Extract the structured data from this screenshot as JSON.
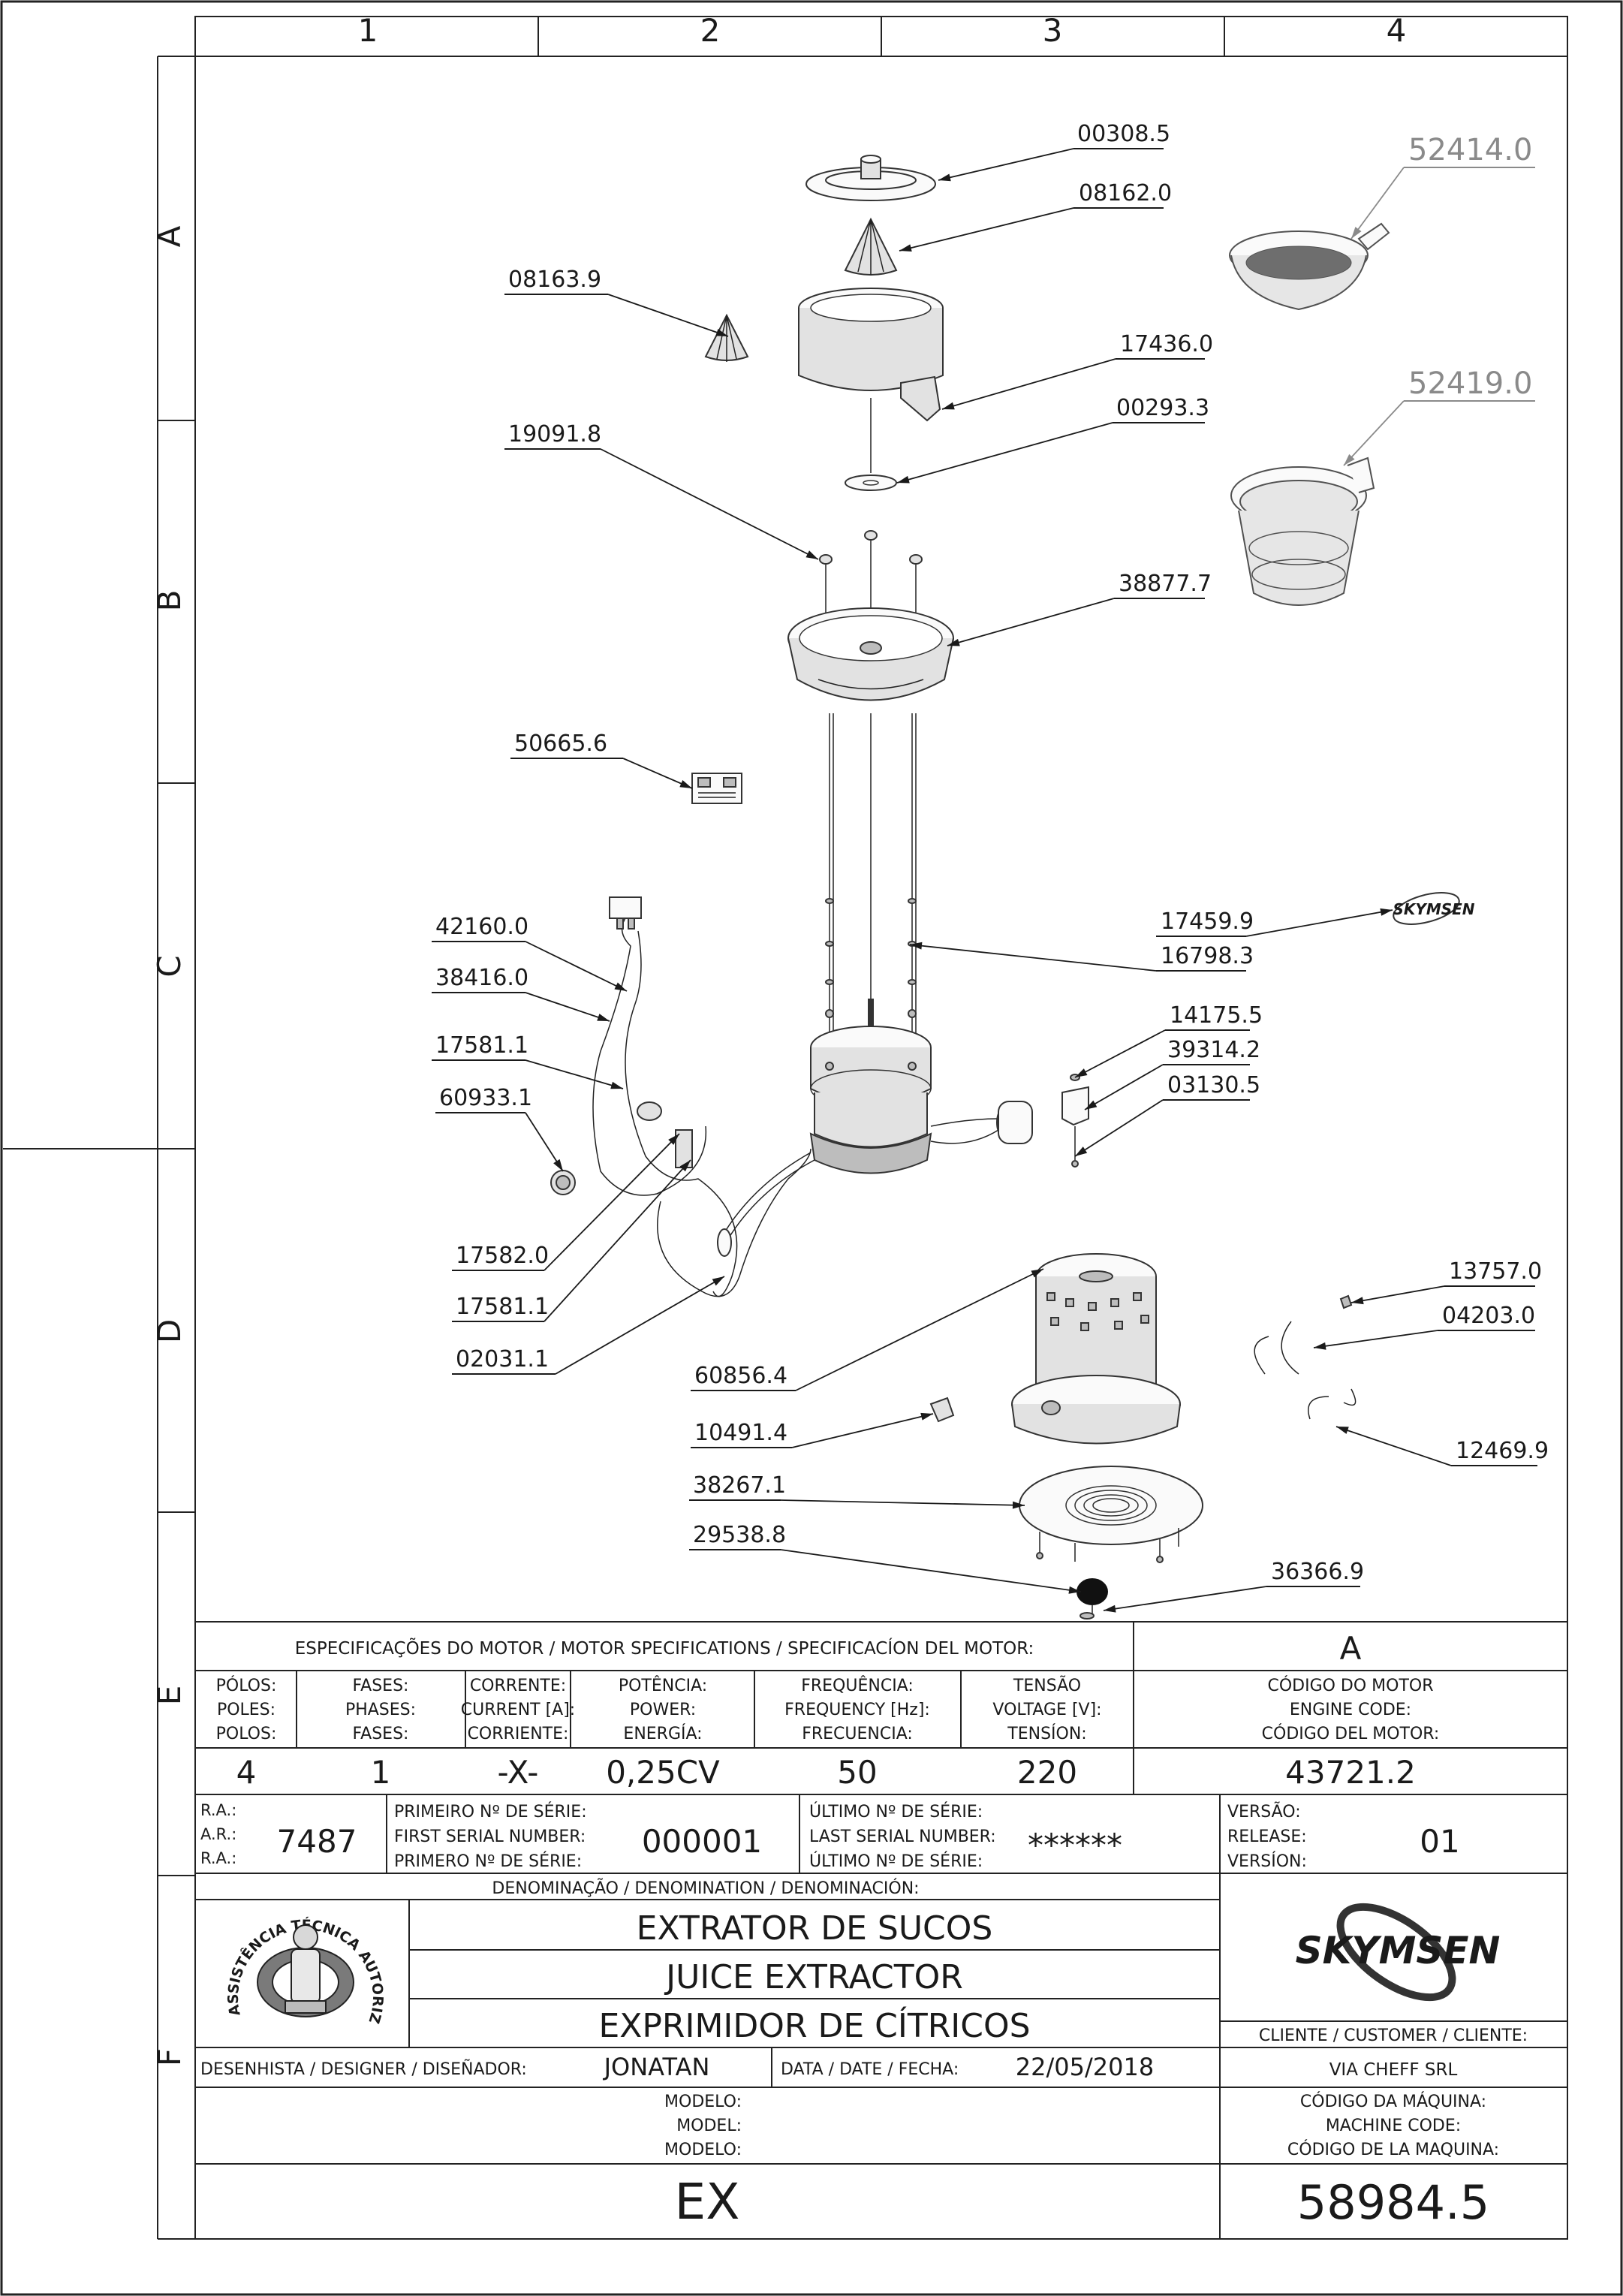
{
  "grid": {
    "columns": [
      "1",
      "2",
      "3",
      "4"
    ],
    "rows": [
      "A",
      "B",
      "C",
      "D",
      "E",
      "F"
    ]
  },
  "callouts": [
    {
      "id": "c1",
      "label": "00308.5"
    },
    {
      "id": "c2",
      "label": "08162.0"
    },
    {
      "id": "c3",
      "label": "52414.0"
    },
    {
      "id": "c4",
      "label": "08163.9"
    },
    {
      "id": "c5",
      "label": "17436.0"
    },
    {
      "id": "c6",
      "label": "00293.3"
    },
    {
      "id": "c7",
      "label": "52419.0"
    },
    {
      "id": "c8",
      "label": "19091.8"
    },
    {
      "id": "c9",
      "label": "38877.7"
    },
    {
      "id": "c10",
      "label": "50665.6"
    },
    {
      "id": "c11",
      "label": "42160.0"
    },
    {
      "id": "c12",
      "label": "38416.0"
    },
    {
      "id": "c13",
      "label": "17459.9"
    },
    {
      "id": "c14",
      "label": "16798.3"
    },
    {
      "id": "c15",
      "label": "17581.1"
    },
    {
      "id": "c16",
      "label": "14175.5"
    },
    {
      "id": "c17",
      "label": "60933.1"
    },
    {
      "id": "c18",
      "label": "39314.2"
    },
    {
      "id": "c19",
      "label": "03130.5"
    },
    {
      "id": "c20",
      "label": "17582.0"
    },
    {
      "id": "c21",
      "label": "17581.1"
    },
    {
      "id": "c22",
      "label": "02031.1"
    },
    {
      "id": "c23",
      "label": "13757.0"
    },
    {
      "id": "c24",
      "label": "04203.0"
    },
    {
      "id": "c25",
      "label": "60856.4"
    },
    {
      "id": "c26",
      "label": "10491.4"
    },
    {
      "id": "c27",
      "label": "12469.9"
    },
    {
      "id": "c28",
      "label": "38267.1"
    },
    {
      "id": "c29",
      "label": "29538.8"
    },
    {
      "id": "c30",
      "label": "36366.9"
    }
  ],
  "logos": {
    "brand": "SKYMSEN",
    "brand_small": "SKYMSEN",
    "seal_text": "ASSISTÊNCIA TÉCNICA AUTORIZADA"
  },
  "motor": {
    "header": "ESPECIFICAÇÕES DO MOTOR / MOTOR SPECIFICATIONS / SPECIFICACÍON DEL MOTOR:",
    "variant": "A",
    "columns": [
      {
        "l1": "PÓLOS:",
        "l2": "POLES:",
        "l3": "POLOS:",
        "value": "4"
      },
      {
        "l1": "FASES:",
        "l2": "PHASES:",
        "l3": "FASES:",
        "value": "1"
      },
      {
        "l1": "CORRENTE:",
        "l2": "CURRENT [A]:",
        "l3": "CORRIENTE:",
        "value": "-X-"
      },
      {
        "l1": "POTÊNCIA:",
        "l2": "POWER:",
        "l3": "ENERGÍA:",
        "value": "0,25CV"
      },
      {
        "l1": "FREQUÊNCIA:",
        "l2": "FREQUENCY [Hz]:",
        "l3": "FRECUENCIA:",
        "value": "50"
      },
      {
        "l1": "TENSÃO",
        "l2": "VOLTAGE [V]:",
        "l3": "TENSÍON:",
        "value": "220"
      },
      {
        "l1": "CÓDIGO DO MOTOR",
        "l2": "ENGINE CODE:",
        "l3": "CÓDIGO DEL MOTOR:",
        "value": "43721.2"
      }
    ]
  },
  "serial": {
    "ra_labels": [
      "R.A.:",
      "A.R.:",
      "R.A.:"
    ],
    "ra_value": "7487",
    "first_labels": [
      "PRIMEIRO Nº DE SÉRIE:",
      "FIRST SERIAL NUMBER:",
      "PRIMERO Nº DE SÉRIE:"
    ],
    "first_value": "000001",
    "last_labels": [
      "ÚLTIMO Nº DE SÉRIE:",
      "LAST SERIAL NUMBER:",
      "ÚLTIMO Nº DE SÉRIE:"
    ],
    "last_value": "******",
    "version_labels": [
      "VERSÃO:",
      "RELEASE:",
      "VERSÍON:"
    ],
    "version_value": "01"
  },
  "denomination": {
    "header": "DENOMINAÇÃO / DENOMINATION / DENOMINACIÓN:",
    "pt": "EXTRATOR DE SUCOS",
    "en": "JUICE EXTRACTOR",
    "es": "EXPRIMIDOR DE CÍTRICOS"
  },
  "customer": {
    "label": "CLIENTE / CUSTOMER / CLIENTE:",
    "value": "VIA CHEFF SRL"
  },
  "designer": {
    "label": "DESENHISTA / DESIGNER / DISEÑADOR:",
    "value": "JONATAN"
  },
  "date": {
    "label": "DATA / DATE / FECHA:",
    "value": "22/05/2018"
  },
  "model": {
    "labels": [
      "MODELO:",
      "MODEL:",
      "MODELO:"
    ],
    "value": "EX"
  },
  "machine_code": {
    "labels": [
      "CÓDIGO DA MÁQUINA:",
      "MACHINE CODE:",
      "CÓDIGO DE LA MAQUINA:"
    ],
    "value": "58984.5"
  }
}
